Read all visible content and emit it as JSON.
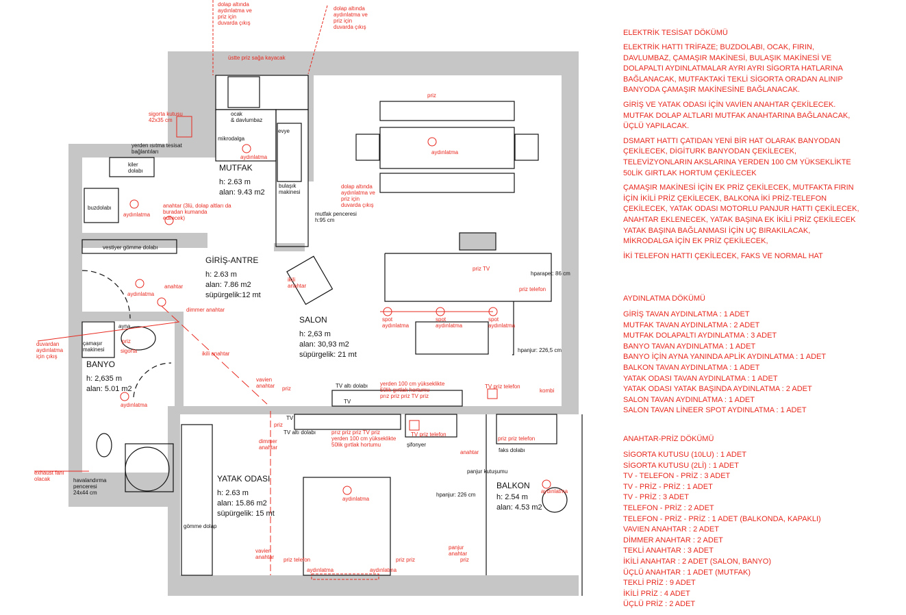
{
  "colors": {
    "annotation": "#e8281e",
    "wall": "#c6c6c6",
    "line": "#111111"
  },
  "rooms": {
    "mutfak": {
      "name": "MUTFAK",
      "h": "h: 2.63 m",
      "alan": "alan: 9.43 m2"
    },
    "giris": {
      "name": "GİRİŞ-ANTRE",
      "h": "h: 2.63 m",
      "alan": "alan: 7.86 m2",
      "supurgelik": "süpürgelik:12 mt"
    },
    "salon": {
      "name": "SALON",
      "h": "h: 2,63 m",
      "alan": "alan: 30,93 m2",
      "supurgelik": "süpürgelik: 21 mt"
    },
    "banyo": {
      "name": "BANYO",
      "h": "h: 2,635 m",
      "alan": "alan: 5.01 m2"
    },
    "yatak": {
      "name": "YATAK ODASI",
      "h": "h: 2.63 m",
      "alan": "alan: 15.86 m2",
      "supurgelik": "süpürgelik: 15 mt"
    },
    "balkon": {
      "name": "BALKON",
      "h": "h: 2.54 m",
      "alan": "alan: 4.53 m2"
    }
  },
  "annotations": [
    "dolap altında\naydınlatma ve\npriz için\nduvarda çıkış",
    "dolap altında\naydınlatma ve\npriz için\nduvarda çıkış",
    "üstte priz sağa kayacak",
    "sigorta kutusu\n42x35 cm",
    "aydınlatma",
    "priz",
    "aydınlatma",
    "dolap altında\naydınlatma ve\npriz için\nduvarda çıkış",
    "aydınlatma",
    "anahtar (3lü, dolap altları da\n      buradan kumanda\n      edilecek)",
    "aydınlatma",
    "anahtar",
    "ikili\nanahtar",
    "spot\naydınlatma",
    "spot\naydınlatma",
    "spot\naydınlatma",
    "priz  TV",
    "duvardan\naydınlatma\niçin çıkış",
    "aydınlatma",
    "vavien\nanahtar",
    "priz",
    "exhaust fanı\nolacak",
    "dimmer\nanahtar",
    "priz",
    "yerden 100 cm yükseklikte\n50lik gırtlak hortumu\nprız priz priz  TV     priz",
    "prız priz priz  TV   priz\nyerden 100 cm yükseklikte\n50lik gırtlak hortumu",
    "TV  priz telefon",
    "TV   priz  telefon",
    "priz priz telefon",
    "kombi",
    "anahtar",
    "aydınlatma",
    "vavien\nanahtar",
    "priz  telefon",
    "aydınlatma",
    "aydınlatma",
    "priz priz",
    "panjur\nanahtar",
    "priz",
    "aydınlatma",
    "priz",
    "sigorta",
    "priz telefon",
    "dimmer anahtar",
    "ikili anahtar"
  ],
  "labels": [
    "ocak\n& davlumbaz",
    "mikrodalga",
    "yerden ısıtma tesisat\nbağlantıları",
    "kiler\ndolabı",
    "buzdolabı",
    "evye",
    "bulaşık\nmakinesi",
    "mutfak penceresi\nh:95 cm",
    "vestiyer gömme dolabı",
    "ayna",
    "çamaşır\nmakinesi",
    "TV altı dolabı",
    "TV",
    "TV",
    "TV altı dolabı",
    "şifonyer",
    "faks dolabı",
    "hparapet: 86 cm",
    "hpanjur: 226,5 cm",
    "hpanjur: 226 cm",
    "panjur kutuşumu",
    "havalandırma\npenceresi\n24x44 cm",
    "gömme dolap"
  ],
  "panel": {
    "tesisat": {
      "title": "ELEKTRİK TESİSAT DÖKÜMÜ",
      "paragraphs": [
        [
          "ELEKTRİK HATTI TRİFAZE; BUZDOLABI, OCAK, FIRIN,",
          "DAVLUMBAZ, ÇAMAŞIR MAKİNESİ, BULAŞIK MAKİNESİ VE",
          "DOLAPALTI AYDINLATMALAR AYRI AYRI SİGORTA HATLARINA",
          "BAĞLANACAK, MUTFAKTAKİ TEKLİ SİGORTA ORADAN ALINIP",
          "BANYODA ÇAMAŞIR MAKİNESİNE BAĞLANACAK."
        ],
        [
          "GİRİŞ VE YATAK ODASI İÇİN VAVİEN ANAHTAR ÇEKİLECEK.",
          "MUTFAK DOLAP ALTLARI MUTFAK ANAHTARINA BAĞLANACAK,",
          "ÜÇLÜ YAPILACAK."
        ],
        [
          "DSMART HATTI ÇATIDAN YENİ BİR HAT OLARAK BANYODAN",
          "ÇEKİLECEK, DİGİTURK BANYODAN ÇEKİLECEK,",
          "TELEVİZYONLARIN AKSLARINA YERDEN 100 CM YÜKSEKLİKTE",
          "50LİK GIRTLAK HORTUM ÇEKİLECEK"
        ],
        [
          "ÇAMAŞIR MAKİNESİ İÇİN EK PRİZ ÇEKİLECEK, MUTFAKTA FIRIN",
          "İÇİN İKİLİ PRİZ ÇEKİLECEK, BALKONA İKİ PRİZ-TELEFON",
          "ÇEKİLECEK, YATAK ODASI MOTORLU PANJUR HATTI ÇEKİLECEK,",
          "ANAHTAR EKLENECEK, YATAK BAŞINA EK İKİLİ PRİZ ÇEKİLECEK",
          "YATAK BAŞINA BAĞLANMASI İÇİN UÇ BIRAKILACAK,",
          "MİKRODALGA İÇİN EK PRİZ ÇEKİLECEK,"
        ],
        [
          "İKİ TELEFON HATTI ÇEKİLECEK, FAKS VE NORMAL HAT"
        ]
      ]
    },
    "aydinlatma": {
      "title": "AYDINLATMA DÖKÜMÜ",
      "items": [
        "GİRİŞ TAVAN AYDINLATMA : 1 ADET",
        "MUTFAK TAVAN AYDINLATMA : 2 ADET",
        "MUTFAK DOLAPALTI AYDINLATMA : 3 ADET",
        "BANYO TAVAN AYDINLATMA : 1 ADET",
        "BANYO İÇİN AYNA YANINDA APLİK AYDINLATMA : 1 ADET",
        "BALKON TAVAN AYDINLATMA : 1 ADET",
        "YATAK ODASI TAVAN AYDINLATMA : 1 ADET",
        "YATAK ODASI YATAK BAŞINDA AYDINLATMA : 2 ADET",
        "SALON TAVAN AYDINLATMA : 1 ADET",
        "SALON TAVAN LİNEER SPOT AYDINLATMA : 1 ADET"
      ]
    },
    "anahtar_priz": {
      "title": "ANAHTAR-PRİZ DÖKÜMÜ",
      "items": [
        "SİGORTA KUTUSU (10LU) : 1 ADET",
        "SİGORTA KUTUSU (2Lİ) : 1 ADET",
        "TV - TELEFON - PRİZ : 3 ADET",
        "TV - PRİZ - PRİZ :  1 ADET",
        "TV - PRİZ : 3 ADET",
        "TELEFON - PRİZ : 2 ADET",
        "TELEFON - PRİZ - PRİZ : 1 ADET (BALKONDA, KAPAKLI)",
        "VAVIEN ANAHTAR : 2 ADET",
        "DİMMER ANAHTAR :  2 ADET",
        "TEKLİ ANAHTAR :  3 ADET",
        "İKİLİ ANAHTAR :  2 ADET (SALON, BANYO)",
        "ÜÇLÜ ANAHTAR :  1 ADET (MUTFAK)",
        "TEKLİ PRİZ :  9 ADET",
        "İKİLİ PRİZ :  4 ADET",
        "ÜÇLÜ PRİZ :  2 ADET"
      ]
    }
  }
}
